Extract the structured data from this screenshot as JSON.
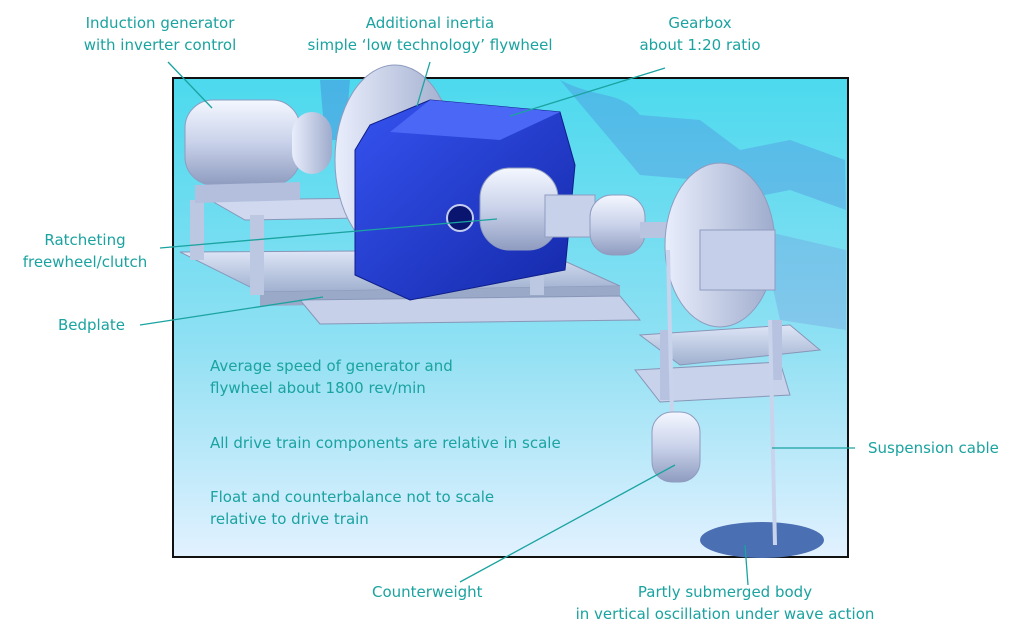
{
  "labels": {
    "induction_generator": [
      "Induction generator",
      "with inverter control"
    ],
    "additional_inertia": [
      "Additional inertia",
      "simple ‘low technology’ flywheel"
    ],
    "gearbox": [
      "Gearbox",
      "about 1:20 ratio"
    ],
    "ratcheting_clutch": [
      "Ratcheting",
      "freewheel/clutch"
    ],
    "bedplate": "Bedplate",
    "suspension_cable": "Suspension cable",
    "counterweight": "Counterweight",
    "submerged_body": [
      "Partly submerged body",
      "in vertical oscillation under wave action"
    ]
  },
  "notes": {
    "speed": [
      "Average speed of generator and",
      "flywheel about 1800 rev/min"
    ],
    "scale": "All drive train components are relative in scale",
    "float": [
      "Float and counterbalance not to scale",
      "relative to drive train"
    ]
  },
  "colors": {
    "label_teal": "#1aa3a0",
    "gearbox_blue": "#1f3fd6",
    "sky_top": "#3fd7ec",
    "sky_bottom": "#e4f3ff"
  }
}
